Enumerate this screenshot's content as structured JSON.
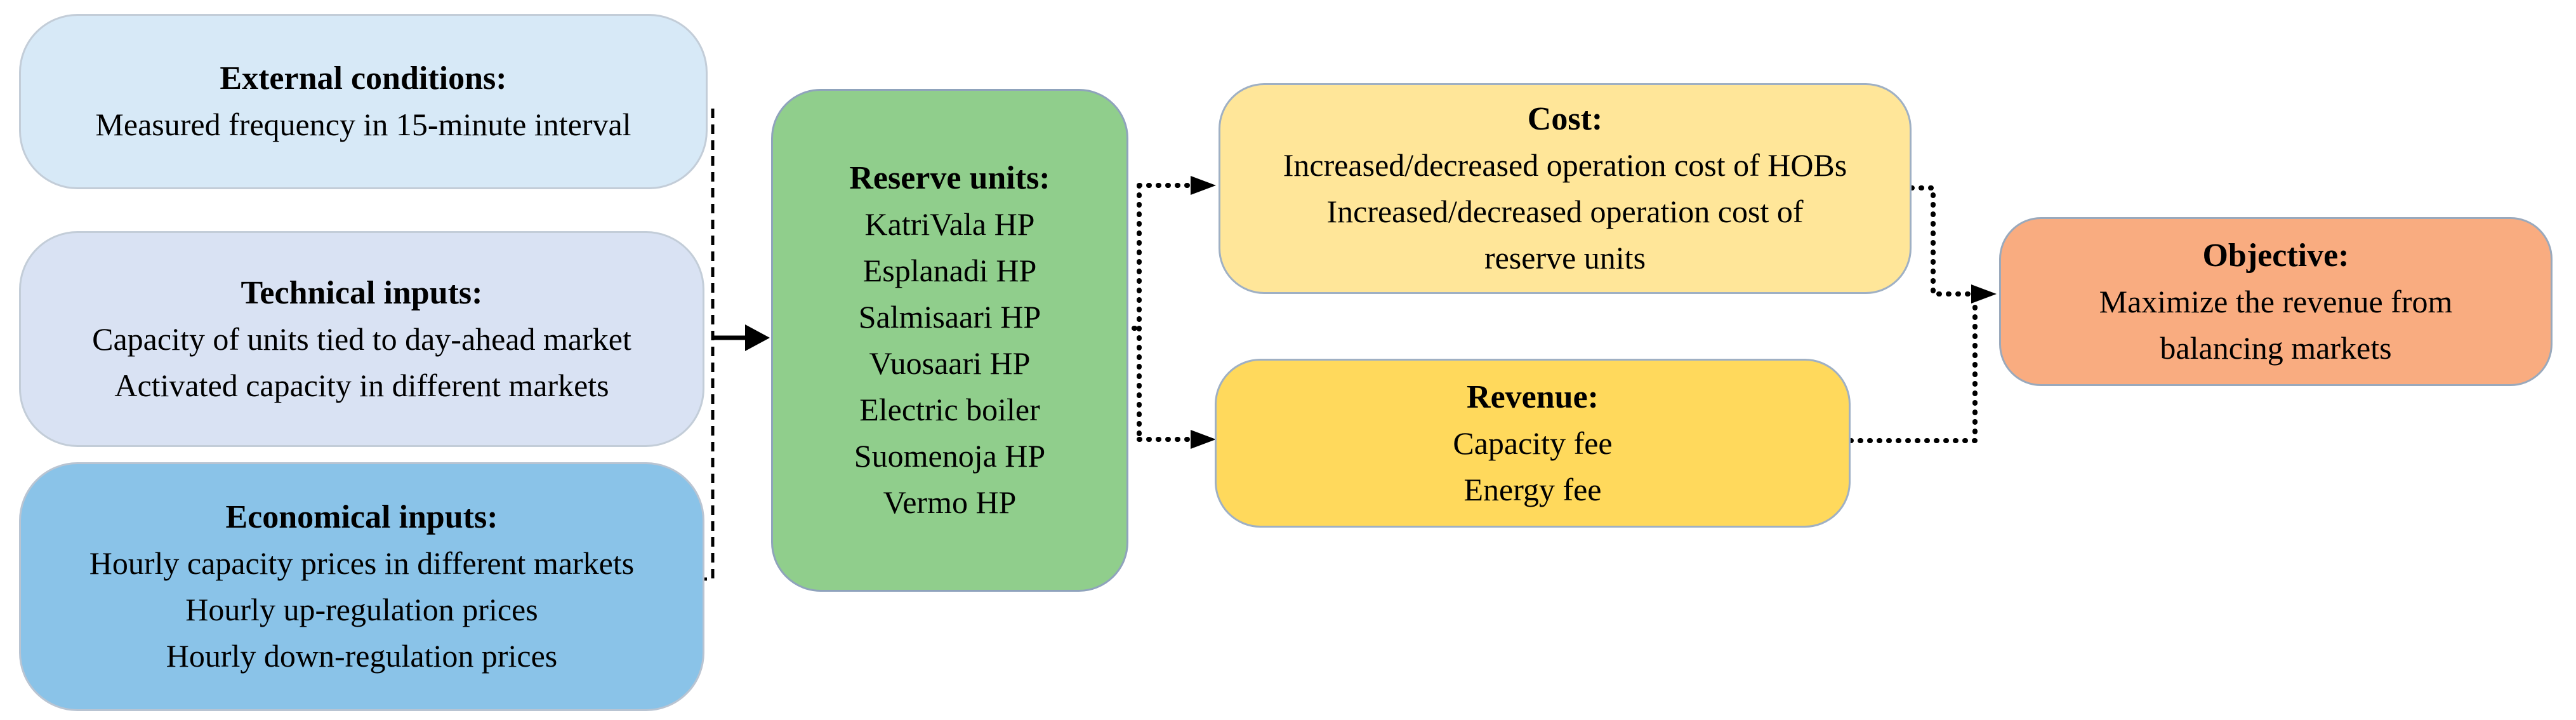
{
  "diagram": {
    "boxes": {
      "external": {
        "title": "External conditions:",
        "lines": [
          "Measured frequency in 15-minute interval"
        ]
      },
      "technical": {
        "title": "Technical inputs:",
        "lines": [
          "Capacity of units tied to day-ahead market",
          "Activated capacity in different markets"
        ]
      },
      "economical": {
        "title": "Economical inputs:",
        "lines": [
          "Hourly capacity prices in different markets",
          "Hourly up-regulation prices",
          "Hourly down-regulation prices"
        ]
      },
      "reserve": {
        "title": "Reserve units:",
        "lines": [
          "KatriVala HP",
          "Esplanadi HP",
          "Salmisaari HP",
          "Vuosaari HP",
          "Electric boiler",
          "Suomenoja HP",
          "Vermo HP"
        ]
      },
      "cost": {
        "title": "Cost:",
        "lines": [
          "Increased/decreased operation cost of HOBs",
          "Increased/decreased operation cost of",
          "reserve units"
        ]
      },
      "revenue": {
        "title": "Revenue:",
        "lines": [
          "Capacity fee",
          "Energy fee"
        ]
      },
      "objective": {
        "title": "Objective:",
        "lines": [
          "Maximize the revenue from",
          "balancing markets"
        ]
      }
    },
    "colors": {
      "external_bg": "#d7e9f7",
      "technical_bg": "#d9e2f3",
      "economical_bg": "#8ac3e8",
      "reserve_bg": "#90ce8c",
      "cost_bg": "#ffe699",
      "revenue_bg": "#ffd95c",
      "objective_bg": "#f9ac80",
      "box_border": "#9fb0c4",
      "connector": "#000000",
      "background": "#ffffff"
    }
  }
}
